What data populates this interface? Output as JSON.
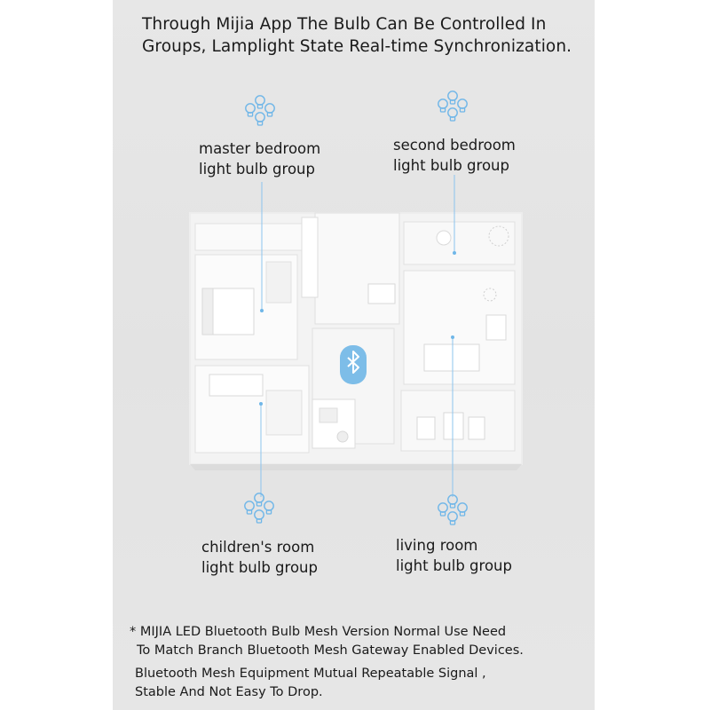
{
  "headline": {
    "line1": "Through Mijia App The Bulb Can Be Controlled In",
    "line2": "Groups, Lamplight State Real-time Synchronization."
  },
  "groups": {
    "master_bedroom": {
      "line1": "master bedroom",
      "line2": "light bulb group"
    },
    "second_bedroom": {
      "line1": "second bedroom",
      "line2": "light bulb group"
    },
    "childrens_room": {
      "line1": "children's room",
      "line2": "light bulb group"
    },
    "living_room": {
      "line1": "living room",
      "line2": "light bulb group"
    }
  },
  "notes": {
    "line1": "* MIJIA LED Bluetooth Bulb Mesh Version Normal Use Need",
    "line2": "To Match Branch Bluetooth Mesh Gateway Enabled Devices.",
    "line3": "Bluetooth Mesh Equipment Mutual Repeatable Signal ,",
    "line4": "Stable And Not Easy To Drop."
  },
  "icons": {
    "bulb": "light-bulb-icon",
    "bluetooth": "bluetooth-icon"
  },
  "colors": {
    "accent": "#6fb6e8",
    "bluetooth_badge": "#7dbde8",
    "line": "#8cc4ee"
  }
}
